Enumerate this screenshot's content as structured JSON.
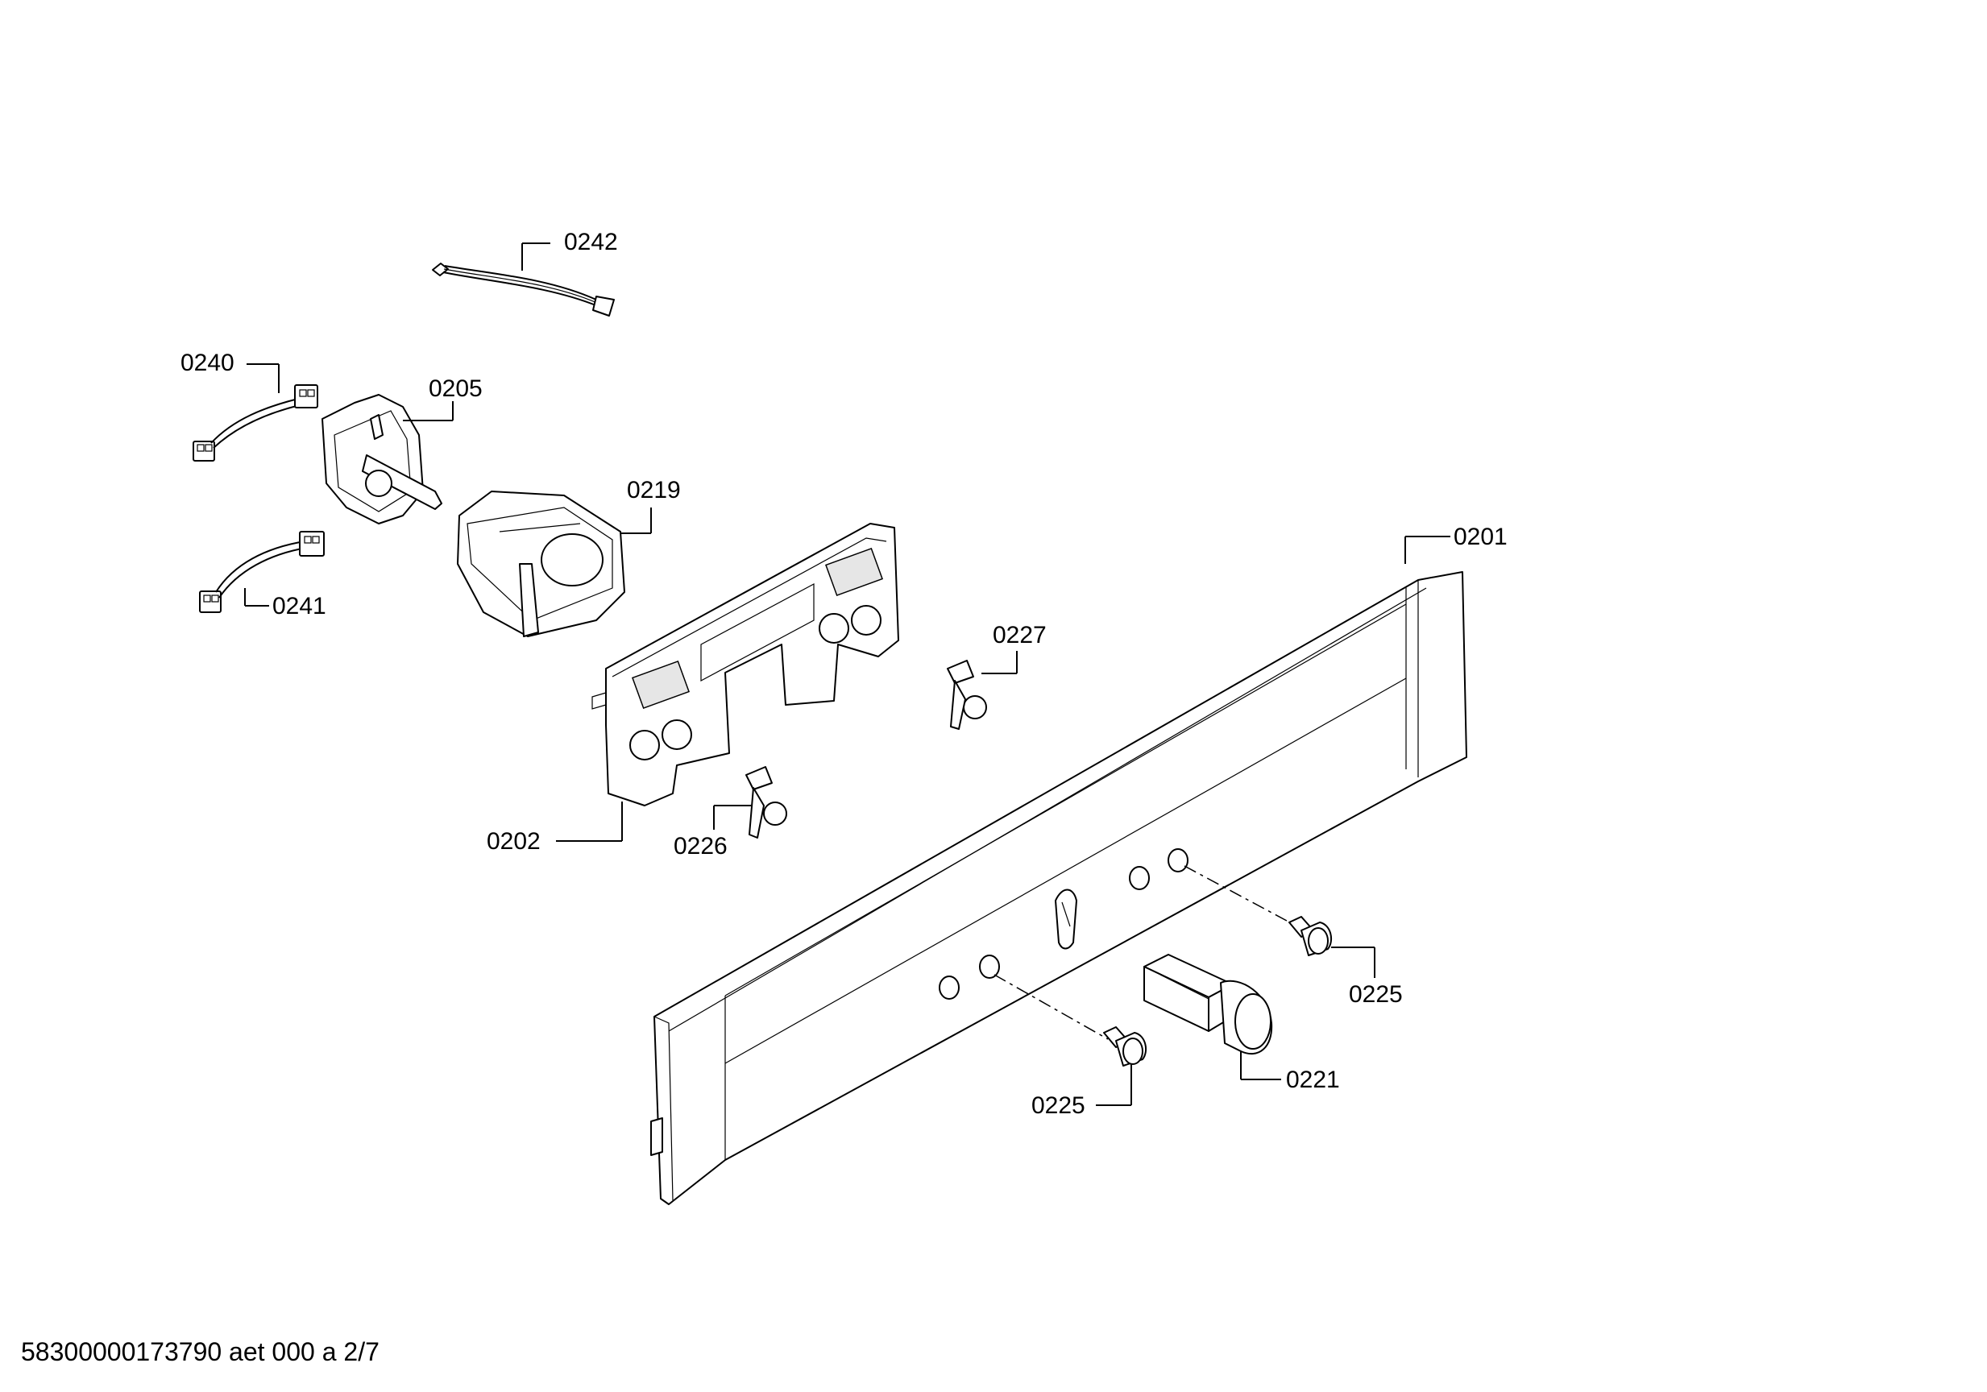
{
  "document_id": "58300000173790 aet 000 a 2/7",
  "callouts": [
    {
      "id": "c0242",
      "label": "0242"
    },
    {
      "id": "c0240",
      "label": "0240"
    },
    {
      "id": "c0205",
      "label": "0205"
    },
    {
      "id": "c0219",
      "label": "0219"
    },
    {
      "id": "c0241",
      "label": "0241"
    },
    {
      "id": "c0201",
      "label": "0201"
    },
    {
      "id": "c0227",
      "label": "0227"
    },
    {
      "id": "c0202",
      "label": "0202"
    },
    {
      "id": "c0226",
      "label": "0226"
    },
    {
      "id": "c0225a",
      "label": "0225"
    },
    {
      "id": "c0221",
      "label": "0221"
    },
    {
      "id": "c0225b",
      "label": "0225"
    }
  ]
}
